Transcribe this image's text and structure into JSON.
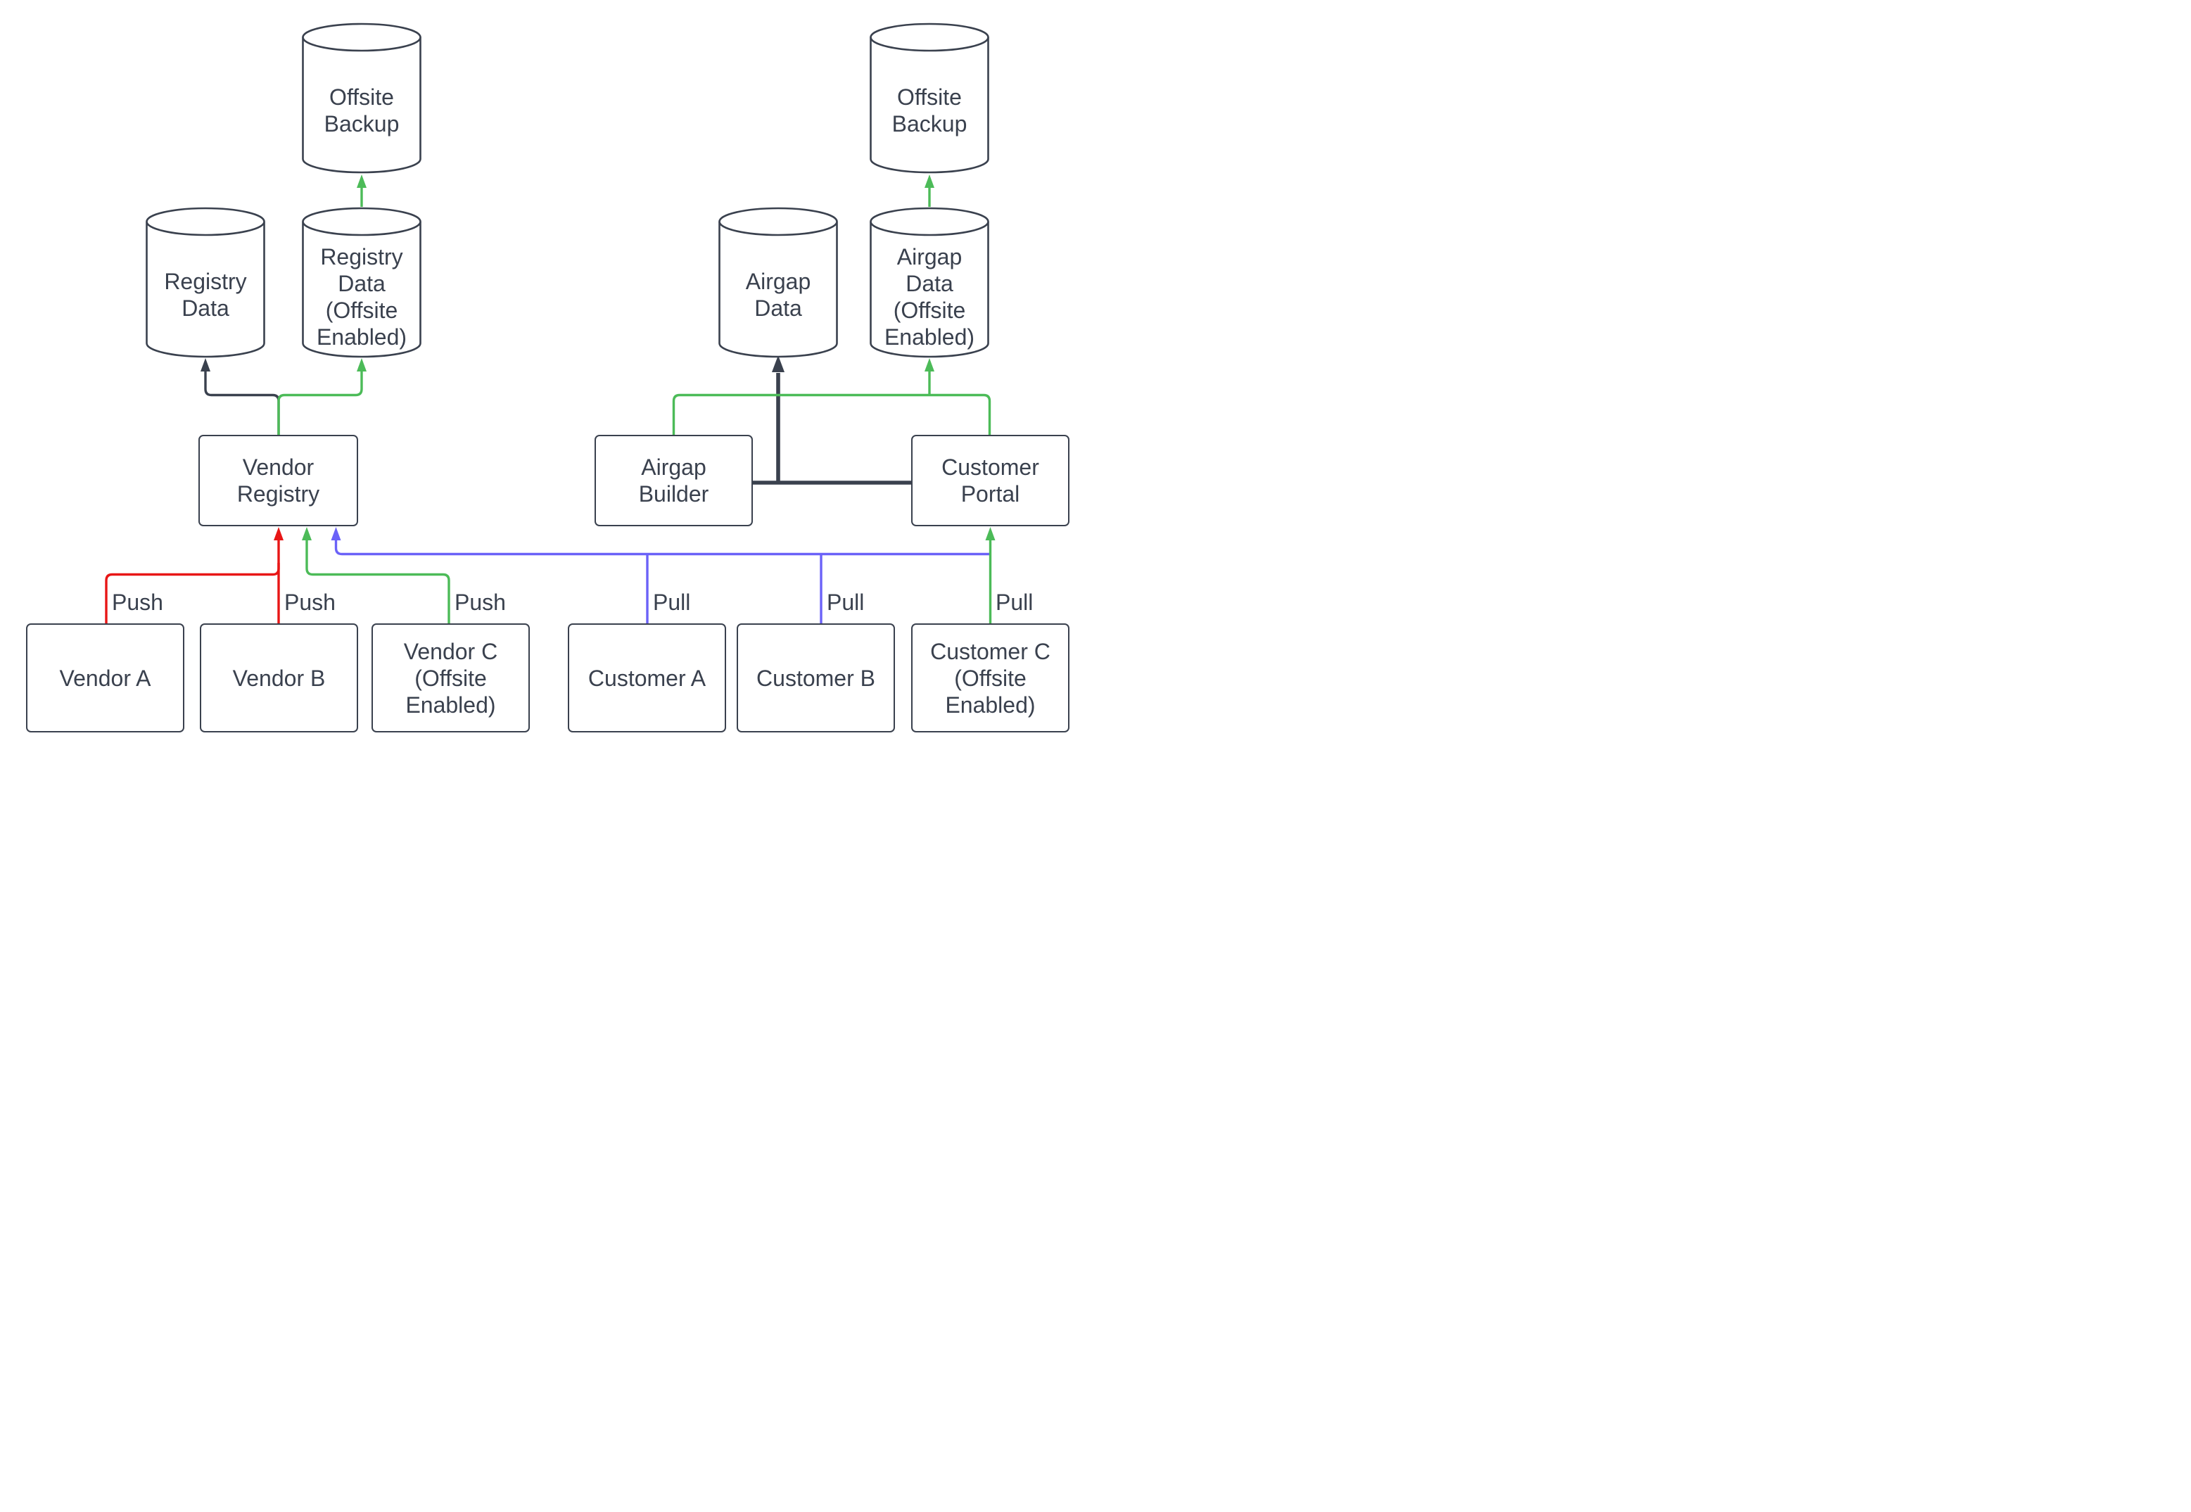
{
  "colors": {
    "background": "#ffffff",
    "ink": "#3a414e",
    "red": "#e81616",
    "green": "#4cbb58",
    "blue": "#6b62f8"
  },
  "nodes": {
    "offsite_backup_left": {
      "label": "Offsite\nBackup",
      "shape": "cylinder"
    },
    "offsite_backup_right": {
      "label": "Offsite\nBackup",
      "shape": "cylinder"
    },
    "registry_data": {
      "label": "Registry\nData",
      "shape": "cylinder"
    },
    "registry_data_offsite": {
      "label": "Registry\nData\n(Offsite\nEnabled)",
      "shape": "cylinder"
    },
    "airgap_data": {
      "label": "Airgap\nData",
      "shape": "cylinder"
    },
    "airgap_data_offsite": {
      "label": "Airgap\nData\n(Offsite\nEnabled)",
      "shape": "cylinder"
    },
    "vendor_registry": {
      "label": "Vendor\nRegistry",
      "shape": "rectangle"
    },
    "airgap_builder": {
      "label": "Airgap\nBuilder",
      "shape": "rectangle"
    },
    "customer_portal": {
      "label": "Customer\nPortal",
      "shape": "rectangle"
    },
    "vendor_a": {
      "label": "Vendor A",
      "shape": "rectangle"
    },
    "vendor_b": {
      "label": "Vendor B",
      "shape": "rectangle"
    },
    "vendor_c": {
      "label": "Vendor C\n(Offsite\nEnabled)",
      "shape": "rectangle"
    },
    "customer_a": {
      "label": "Customer A",
      "shape": "rectangle"
    },
    "customer_b": {
      "label": "Customer B",
      "shape": "rectangle"
    },
    "customer_c": {
      "label": "Customer C\n(Offsite\nEnabled)",
      "shape": "rectangle"
    }
  },
  "edge_labels": {
    "push_vendor_a": "Push",
    "push_vendor_b": "Push",
    "push_vendor_c": "Push",
    "pull_customer_a": "Pull",
    "pull_customer_b": "Pull",
    "pull_customer_c": "Pull"
  },
  "edges": [
    {
      "from": "vendor_a",
      "to": "vendor_registry",
      "color": "red",
      "label": "Push"
    },
    {
      "from": "vendor_b",
      "to": "vendor_registry",
      "color": "red",
      "label": "Push"
    },
    {
      "from": "vendor_c",
      "to": "vendor_registry",
      "color": "green",
      "label": "Push"
    },
    {
      "from": "customer_a",
      "to": "vendor_registry",
      "color": "blue",
      "label": "Pull"
    },
    {
      "from": "customer_b",
      "to": "vendor_registry",
      "color": "blue",
      "label": "Pull"
    },
    {
      "from": "customer_c",
      "to": "customer_portal",
      "color": "green",
      "label": "Pull"
    },
    {
      "from": "vendor_registry",
      "to": "registry_data",
      "color": "ink",
      "label": ""
    },
    {
      "from": "vendor_registry",
      "to": "registry_data_offsite",
      "color": "green",
      "label": ""
    },
    {
      "from": "registry_data_offsite",
      "to": "offsite_backup_left",
      "color": "green",
      "label": ""
    },
    {
      "from": "airgap_builder",
      "to": "airgap_data",
      "color": "ink",
      "label": ""
    },
    {
      "from": "customer_portal",
      "to": "airgap_data",
      "color": "ink",
      "label": ""
    },
    {
      "from": "customer_portal",
      "to": "airgap_builder",
      "color": "green",
      "label": ""
    },
    {
      "from": "customer_portal",
      "to": "airgap_data_offsite",
      "color": "green",
      "label": ""
    },
    {
      "from": "airgap_data_offsite",
      "to": "offsite_backup_right",
      "color": "green",
      "label": ""
    }
  ]
}
